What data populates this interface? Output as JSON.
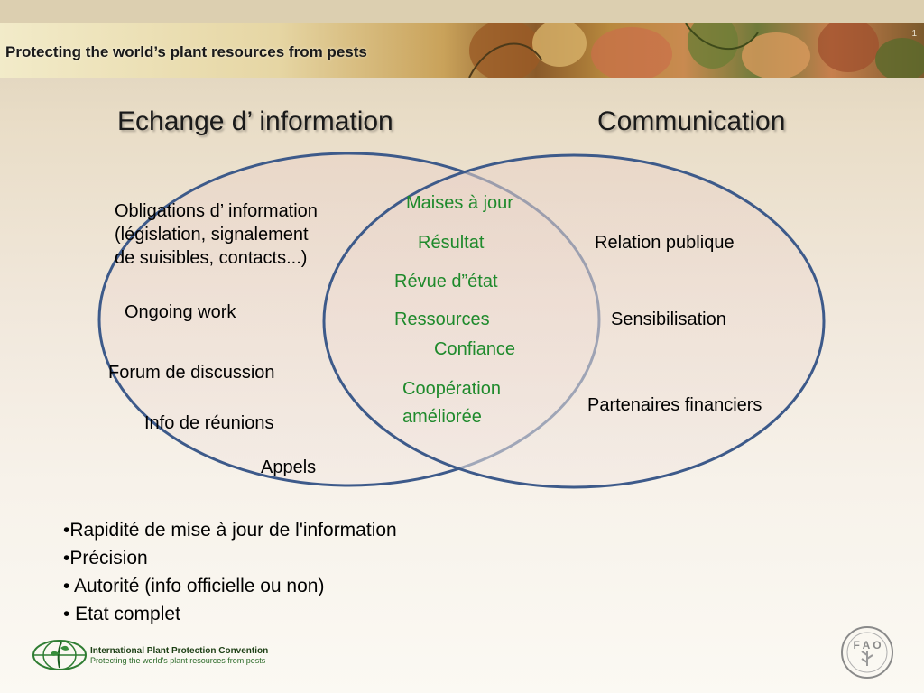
{
  "banner": {
    "title": "Protecting the world’s plant resources from pests",
    "page_number": "1"
  },
  "headings": {
    "left": "Echange d’ information",
    "right": "Communication"
  },
  "left_circle": {
    "items": [
      "Obligations d’ information",
      "(législation, signalement",
      "de suisibles, contacts...)",
      "Ongoing work",
      "Forum de discussion",
      "Info de réunions",
      "Appels"
    ]
  },
  "overlap": {
    "color": "#1f8a2c",
    "items": [
      "Maises à jour",
      "Résultat",
      "Révue d”état",
      "Ressources",
      "Confiance",
      "Coopération",
      "améliorée"
    ]
  },
  "right_circle": {
    "items": [
      "Relation publique",
      "Sensibilisation",
      "Partenaires financiers"
    ]
  },
  "bullets": [
    "•Rapidité de mise à jour de l'information",
    "•Précision",
    "• Autorité (info officielle ou non)",
    "• Etat complet"
  ],
  "footer": {
    "logo": "ippc-leaf-globe-logo",
    "title": "International Plant Protection Convention",
    "subtitle": "Protecting the world's plant resources from pests",
    "fao_logo": "fao-emblem-icon"
  },
  "colors": {
    "circle_stroke": "#3d5a8a",
    "circle_fill": "#ead6cf",
    "overlap_text": "#1f8a2c"
  }
}
